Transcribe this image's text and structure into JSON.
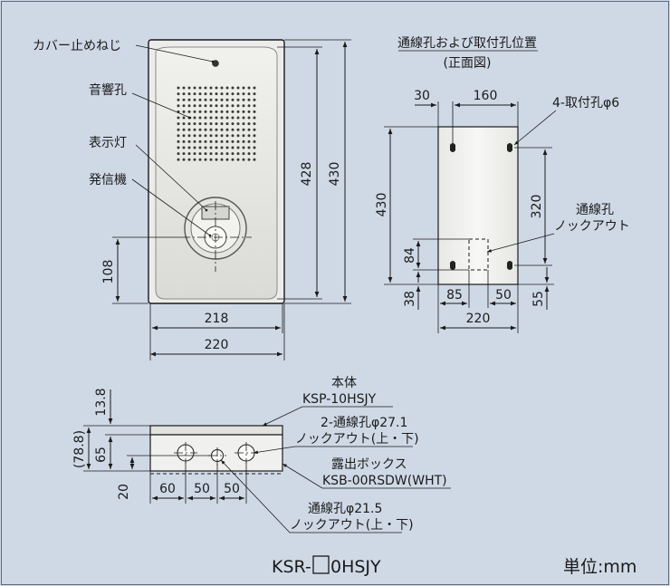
{
  "front": {
    "label_cover_screw": "カバー止めねじ",
    "label_sound_holes": "音響孔",
    "label_indicator": "表示灯",
    "label_transmitter": "発信機",
    "dim_108": "108",
    "dim_428": "428",
    "dim_430": "430",
    "dim_218": "218",
    "dim_220": "220"
  },
  "mount": {
    "title": "通線孔および取付孔位置",
    "subtitle": "(正面図)",
    "dim_30": "30",
    "dim_160": "160",
    "label_mount_holes": "4-取付孔φ6",
    "dim_430": "430",
    "dim_320": "320",
    "label_wire_hole": "通線孔",
    "label_knockout": "ノックアウト",
    "dim_84": "84",
    "dim_38": "38",
    "dim_85": "85",
    "dim_50": "50",
    "dim_55": "55",
    "dim_220": "220"
  },
  "side": {
    "label_body": "本体",
    "label_body_model": "KSP-10HSJY",
    "label_holes_271": "2-通線孔φ27.1",
    "label_knockout_ud_1": "ノックアウト(上・下)",
    "label_exposed_box": "露出ボックス",
    "label_box_model": "KSB-00RSDW(WHT)",
    "label_hole_215": "通線孔φ21.5",
    "label_knockout_ud_2": "ノックアウト(上・下)",
    "dim_138": "13.8",
    "dim_788": "(78.8)",
    "dim_65": "65",
    "dim_20": "20",
    "dim_60": "60",
    "dim_50a": "50",
    "dim_50b": "50"
  },
  "footer": {
    "model_prefix": "KSR-",
    "model_suffix": "0HSJY",
    "unit": "単位:mm"
  }
}
